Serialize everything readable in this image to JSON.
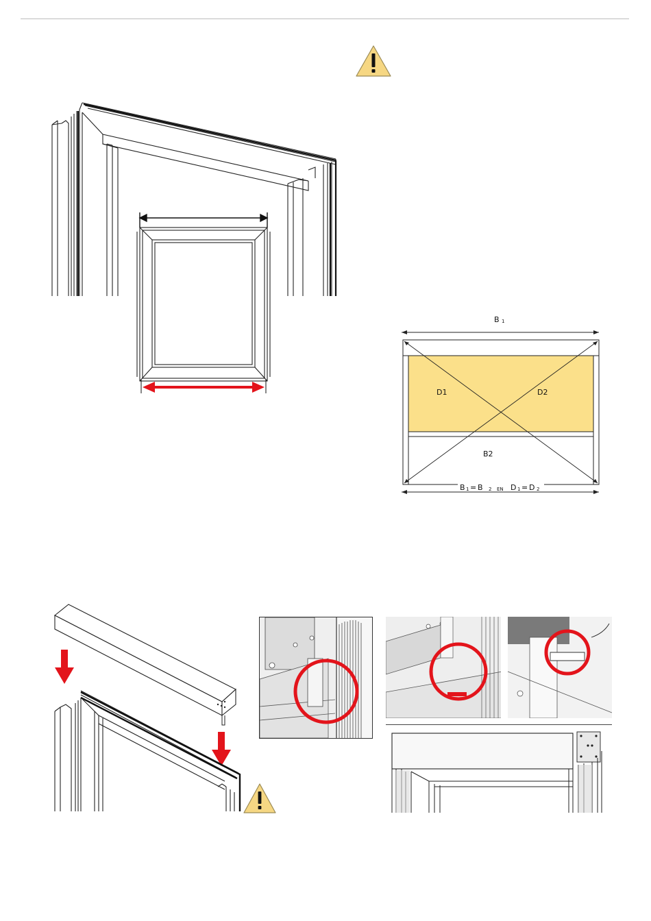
{
  "diagram": {
    "b1": "B",
    "b1_sub": "1",
    "d1": "D1",
    "d2": "D2",
    "b2": "B2",
    "formula": {
      "b1": "B",
      "sub1": "1",
      "eq1": "=",
      "b2": "B",
      "sub2": "2",
      "en": "EN",
      "d1": "D",
      "sub3": "1",
      "eq2": "=",
      "d2": "D",
      "sub4": "2"
    }
  },
  "icons": {
    "warning_top": "warning-icon",
    "warning_bottom": "warning-icon"
  },
  "colors": {
    "accent_red": "#e3141b",
    "warning_yellow": "#f6d783",
    "panel_yellow": "#fbe08a"
  }
}
